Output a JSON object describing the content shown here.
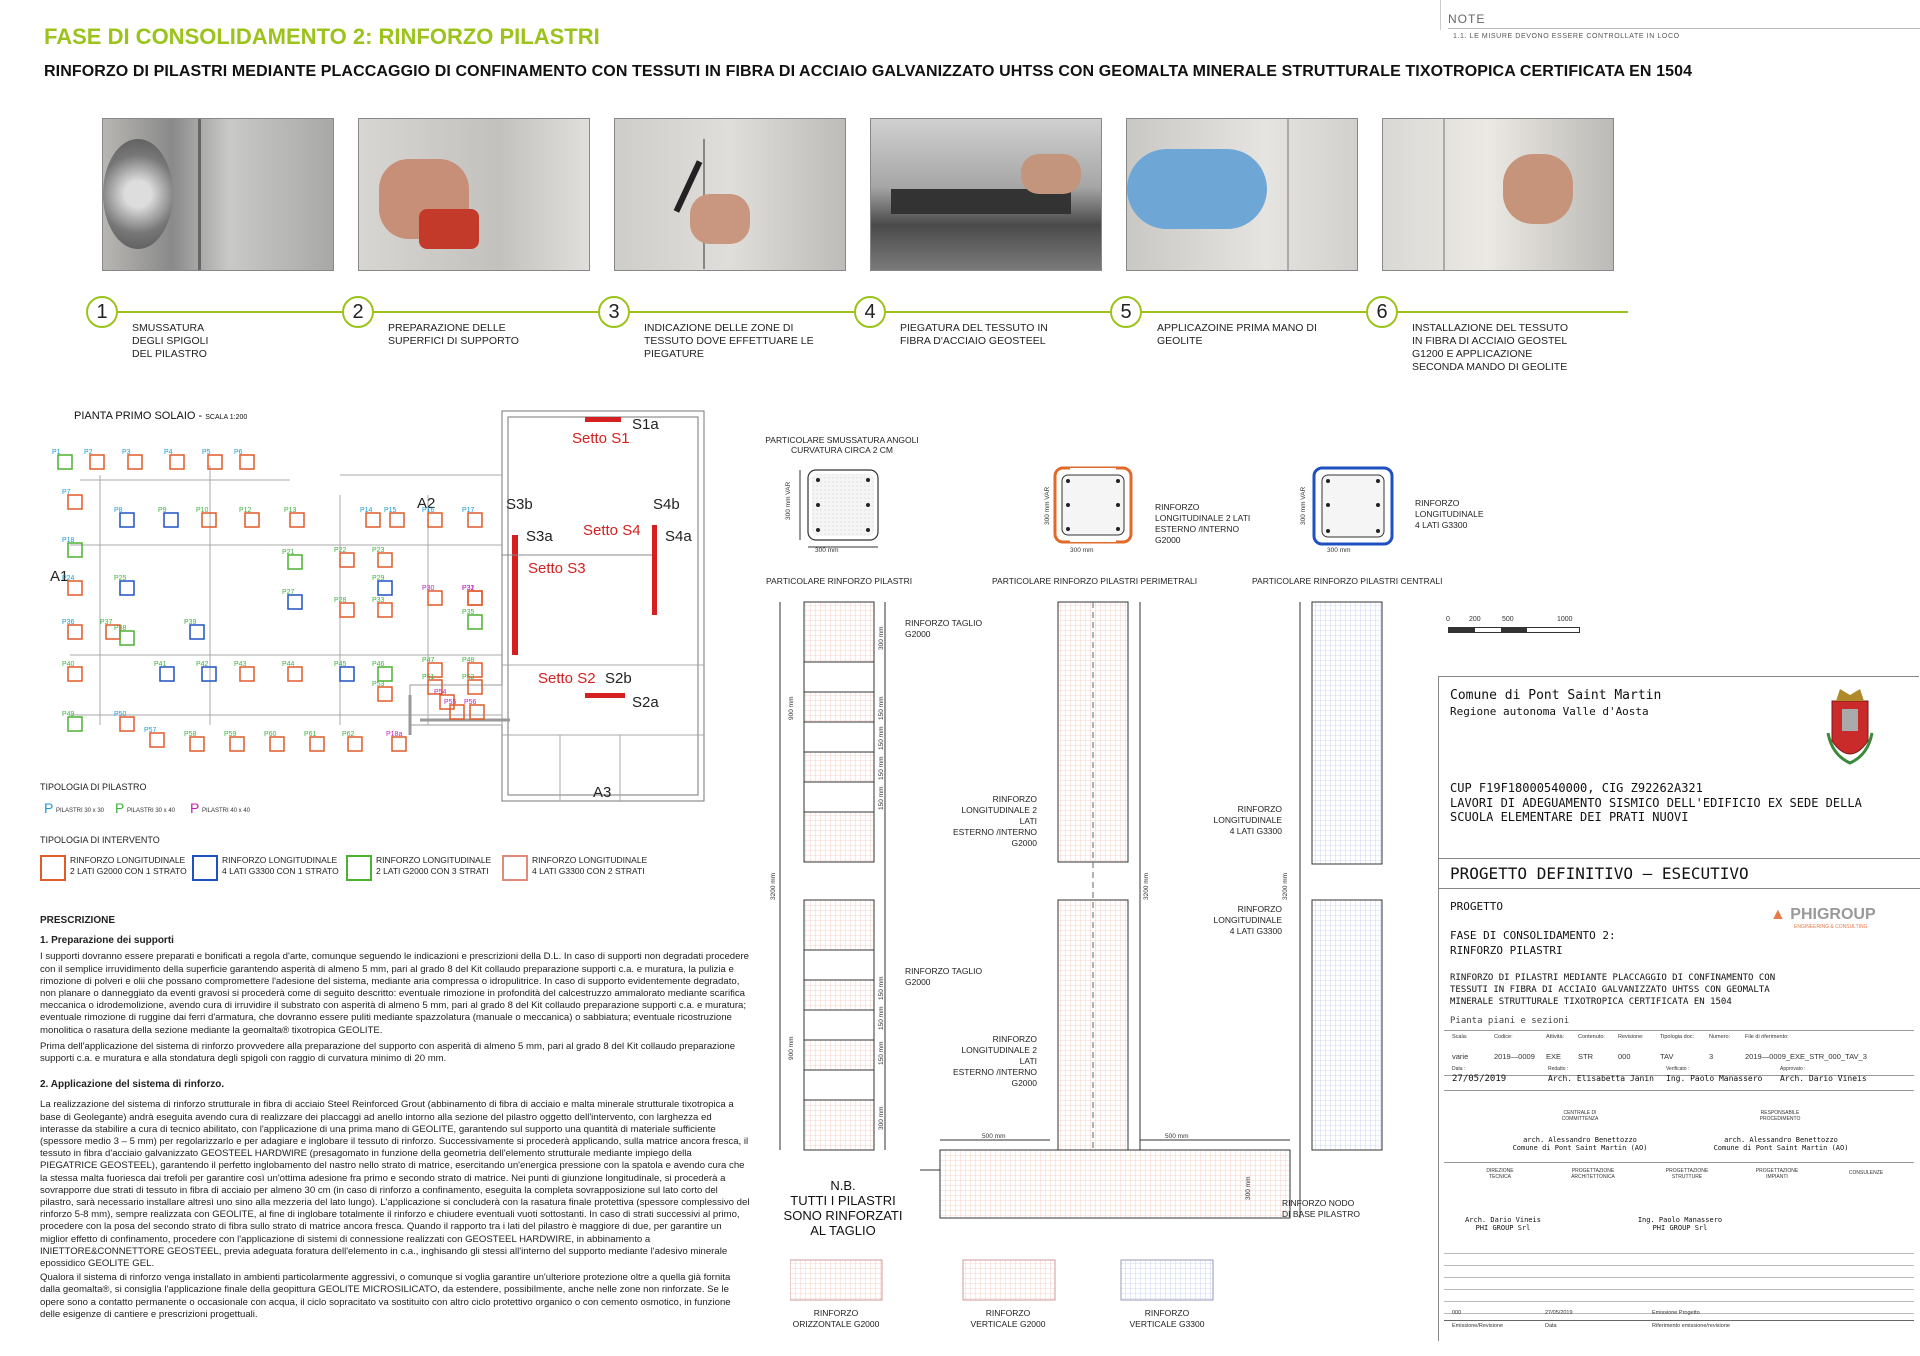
{
  "header": {
    "title": "FASE DI CONSOLIDAMENTO 2: RINFORZO PILASTRI",
    "subtitle": "RINFORZO DI PILASTRI MEDIANTE PLACCAGGIO DI CONFINAMENTO CON TESSUTI IN FIBRA DI ACCIAIO GALVANIZZATO UHTSS CON GEOMALTA MINERALE STRUTTURALE TIXOTROPICA CERTIFICATA EN 1504",
    "note_title": "NOTE",
    "note_line": "1.1.    LE  MISURE  DEVONO  ESSERE  CONTROLLATE  IN  LOCO"
  },
  "steps": [
    {
      "num": "1",
      "label": "SMUSSATURA\nDEGLI SPIGOLI\nDEL PILASTRO"
    },
    {
      "num": "2",
      "label": "PREPARAZIONE DELLE\nSUPERFICI DI SUPPORTO"
    },
    {
      "num": "3",
      "label": "INDICAZIONE DELLE ZONE DI\nTESSUTO DOVE EFFETTUARE LE\nPIEGATURE"
    },
    {
      "num": "4",
      "label": "PIEGATURA DEL TESSUTO IN\nFIBRA D'ACCIAIO GEOSTEEL"
    },
    {
      "num": "5",
      "label": "APPLICAZOINE PRIMA MANO DI\nGEOLITE"
    },
    {
      "num": "6",
      "label": "INSTALLAZIONE DEL TESSUTO\nIN FIBRA DI ACCIAIO GEOSTEL\nG1200 E APPLICAZIONE\nSECONDA MANDO DI GEOLITE"
    }
  ],
  "plan": {
    "title": "PIANTA PRIMO SOLAIO -",
    "scale": "SCALA 1:200",
    "setti": [
      "Setto S1",
      "Setto S4",
      "Setto S3",
      "Setto S2"
    ],
    "sections": [
      "S1a",
      "S3b",
      "S4b",
      "S3a",
      "S4a",
      "S2b",
      "S2a",
      "A1",
      "A2",
      "A3"
    ],
    "pillars": [
      "P1",
      "P2",
      "P3",
      "P4",
      "P5",
      "P6",
      "P7",
      "P8",
      "P9",
      "P10",
      "P12",
      "P13",
      "P14",
      "P15",
      "P16",
      "P17",
      "P18",
      "P21",
      "P22",
      "P23",
      "P24",
      "P25",
      "P27",
      "P28",
      "P29",
      "P30",
      "P31",
      "P32",
      "P33",
      "P35",
      "P36",
      "P37",
      "P38",
      "P39",
      "P40",
      "P41",
      "P42",
      "P43",
      "P44",
      "P45",
      "P46",
      "P47",
      "P48",
      "P49",
      "P50",
      "P51",
      "P52",
      "P53",
      "P54",
      "P55",
      "P56",
      "P57",
      "P58",
      "P59",
      "P60",
      "P61",
      "P62",
      "P18a"
    ]
  },
  "pillar_types": {
    "title": "TIPOLOGIA DI PILASTRO",
    "items": [
      {
        "letter": "P",
        "text": "PILASTRI 30 x 30",
        "color": "#1a9ad6"
      },
      {
        "letter": "P",
        "text": "PILASTRI 30 x 40",
        "color": "#3cb43c"
      },
      {
        "letter": "P",
        "text": "PILASTRI 40 x 40",
        "color": "#c020c0"
      }
    ]
  },
  "intervention_types": {
    "title": "TIPOLOGIA DI INTERVENTO",
    "items": [
      {
        "text": "RINFORZO LONGITUDINALE\n2 LATI G2000 CON 1 STRATO",
        "color": "#e05a2a"
      },
      {
        "text": "RINFORZO LONGITUDINALE\n4 LATI G3300 CON 1 STRATO",
        "color": "#2050c0"
      },
      {
        "text": "RINFORZO LONGITUDINALE\n2 LATI G2000 CON 3 STRATI",
        "color": "#4cb030"
      },
      {
        "text": "RINFORZO LONGITUDINALE\n4 LATI G3300 CON 2 STRATI",
        "color": "#e08a7a"
      }
    ]
  },
  "prescription": {
    "title": "PRESCRIZIONE",
    "h1": "1. Preparazione dei supporti",
    "p1": "I supporti dovranno essere preparati e bonificati a regola d'arte, comunque seguendo le indicazioni e prescrizioni della D.L. In caso di supporti non degradati procedere con il semplice irruvidimento della superficie garantendo asperità di almeno 5 mm, pari al grado 8 del Kit collaudo preparazione supporti c.a. e muratura, la pulizia e rimozione di polveri e olii che possano compromettere l'adesione del sistema, mediante aria compressa o idropulitrice. In caso di supporto evidentemente degradato, non planare o danneggiato da eventi gravosi si procederà come di seguito descritto: eventuale rimozione in profondità del calcestruzzo ammalorato mediante scarifica meccanica o idrodemolizione, avendo cura di irruvidire il substrato con asperità di almeno 5 mm, pari al grado 8 del Kit collaudo preparazione supporti c.a. e muratura; eventuale rimozione di ruggine dai ferri d'armatura, che dovranno essere puliti mediante spazzolatura (manuale o meccanica) o sabbiatura; eventuale ricostruzione monolitica o rasatura della sezione mediante la geomalta® tixotropica GEOLITE.",
    "p2": "Prima dell'applicazione del sistema di rinforzo provvedere alla preparazione del supporto con asperità di almeno 5 mm, pari al grado 8 del Kit collaudo preparazione supporti c.a. e muratura e alla stondatura degli spigoli con raggio di curvatura minimo di 20 mm.",
    "h2": "2. Applicazione del sistema di rinforzo.",
    "p3": "La realizzazione del sistema di rinforzo strutturale in fibra di acciaio Steel Reinforced Grout (abbinamento di fibra di acciaio e malta minerale strutturale tixotropica a base di Geolegante) andrà eseguita avendo cura di realizzare dei placcaggi ad anello intorno alla sezione del pilastro oggetto dell'intervento, con larghezza ed interasse da stabilire a cura di tecnico abilitato, con l'applicazione di una prima mano di GEOLITE, garantendo sul supporto una quantità di materiale sufficiente (spessore medio 3 – 5 mm) per regolarizzarlo e per adagiare e inglobare il tessuto di rinforzo. Successivamente si procederà applicando, sulla matrice ancora fresca, il tessuto in fibra d'acciaio galvanizzato GEOSTEEL HARDWIRE (presagomato in funzione della geometria dell'elemento strutturale mediante impiego della PIEGATRICE GEOSTEEL), garantendo il perfetto inglobamento del nastro nello strato di matrice, esercitando un'energica pressione con la spatola e avendo cura che la stessa malta fuoriesca dai trefoli per garantire così un'ottima adesione fra primo e secondo strato di matrice. Nei punti di giunzione longitudinale, si procederà a sovrapporre due strati di tessuto in fibra di acciaio per almeno 30 cm (in caso di rinforzo a confinamento, eseguita la completa sovrapposizione sul lato corto del pilastro, sarà necessario installare altresì uno sino alla mezzeria del lato lungo). L'applicazione si concluderà con la rasatura finale protettiva (spessore complessivo del rinforzo 5-8 mm), sempre realizzata con GEOLITE, al fine di inglobare totalmente il rinforzo e chiudere eventuali vuoti sottostanti. In caso di strati successivi al primo, procedere con la posa del secondo strato di fibra sullo strato di matrice ancora fresca. Quando il rapporto tra i lati del pilastro è maggiore di due, per garantire un miglior effetto di confinamento, procedere con l'applicazione di sistemi di connessione realizzati con GEOSTEEL HARDWIRE, in abbinamento a INIETTORE&CONNETTORE GEOSTEEL, previa adeguata foratura dell'elemento in c.a., inghisando gli stessi all'interno del supporto mediante l'adesivo minerale epossidico GEOLITE GEL.",
    "p4": "Qualora il sistema di rinforzo venga installato in ambienti particolarmente aggressivi, o comunque si voglia garantire un'ulteriore protezione oltre a quella già fornita dalla geomalta®, si consiglia l'applicazione finale della geopittura GEOLITE MICROSILICATO, da estendere, possibilmente, anche nelle zone non rinforzate. Se le opere sono a contatto permanente o occasionale con acqua, il ciclo sopracitato va sostituito con altro ciclo protettivo organico o con cemento osmotico, in funzione delle esigenze di cantiere e prescrizioni progettuali."
  },
  "details": {
    "d1_title": "PARTICOLARE  SMUSSATURA ANGOLI\nCURVATURA CIRCA 2 CM",
    "d1_caption": "PARTICOLARE  RINFORZO  PILASTRI",
    "d2_label": "RINFORZO\nLONGITUDINALE 2 LATI\nESTERNO /INTERNO\nG2000",
    "d2_caption": "PARTICOLARE  RINFORZO PILASTRI PERIMETRALI",
    "d3_label": "RINFORZO\nLONGITUDINALE\n4 LATI  G3300",
    "d3_caption": "PARTICOLARE  RINFORZO PILASTRI  CENTRALI",
    "dim_var": "300 mm VAR",
    "dim_300": "300 mm",
    "dim_900": "900 mm",
    "dim_150": "150 mm",
    "dim_3200": "3200 mm",
    "dim_500": "500 mm",
    "col1_top": "RINFORZO TAGLIO\nG2000",
    "col1_mid": "RINFORZO TAGLIO\nG2000",
    "col2_top": "RINFORZO\nLONGITUDINALE 2 LATI\nESTERNO /INTERNO\nG2000",
    "col2_mid": "RINFORZO\nLONGITUDINALE 2 LATI\nESTERNO /INTERNO\nG2000",
    "col3_top": "RINFORZO\nLONGITUDINALE\n4 LATI G3300",
    "col3_mid": "RINFORZO\nLONGITUDINALE\n4 LATI G3300",
    "base_label": "RINFORZO NODO\nDI BASE PILASTRO",
    "nb": "N.B.\nTUTTI I PILASTRI\nSONO RINFORZATI\nAL TAGLIO",
    "legend": [
      {
        "text": "RINFORZO\nORIZZONTALE G2000",
        "color": "#e8a898"
      },
      {
        "text": "RINFORZO\nVERTICALE G2000",
        "color": "#e8a898"
      },
      {
        "text": "RINFORZO\nVERTICALE G3300",
        "color": "#9ab0e0"
      }
    ]
  },
  "scale_bar": [
    "0",
    "200",
    "500",
    "1000"
  ],
  "titleblock": {
    "comune": "Comune  di  Pont  Saint  Martin",
    "regione": "Regione  autonoma  Valle d'Aosta",
    "cup": "CUP  F19F18000540000,  CIG  Z92262A321",
    "lavori": "LAVORI  DI  ADEGUAMENTO  SISMICO  DELL'EDIFICIO  EX  SEDE  DELLA\nSCUOLA  ELEMENTARE  DEI  PRATI  NUOVI",
    "fase_progetto": "PROGETTO  DEFINITIVO  –  ESECUTIVO",
    "progetto_label": "PROGETTO",
    "tav_title": "FASE  DI  CONSOLIDAMENTO  2:\nRINFORZO  PILASTRI",
    "tav_desc": "RINFORZO  DI  PILASTRI  MEDIANTE  PLACCAGGIO  DI  CONFINAMENTO  CON\nTESSUTI  IN  FIBRA  DI  ACCIAIO  GALVANIZZATO  UHTSS  CON  GEOMALTA\nMINERALE  STRUTTURALE  TIXOTROPICA  CERTIFICATA  EN 1504",
    "sub": "Pianta  piani  e  sezioni",
    "logo": "PHIGROUP",
    "logo_sub": "ENGINEERING & CONSULTING",
    "headers": [
      "Scala:",
      "Codice:",
      "Attività:",
      "Contenuto:",
      "Revisione:",
      "Tipologia doc:",
      "Numero:",
      "File di riferimento:"
    ],
    "values": [
      "varie",
      "2019—0009",
      "EXE",
      "STR",
      "000",
      "TAV",
      "3",
      "2019—0009_EXE_STR_000_TAV_3"
    ],
    "data_label": "Data :",
    "data": "27/05/2019",
    "redatto_label": "Redatto :",
    "redatto": "Arch. Elisabetta Janin",
    "verificato_label": "Verificato :",
    "verificato": "Ing. Paolo Manassero",
    "approvato_label": "Approvato :",
    "approvato": "Arch. Dario Vineis",
    "centrale": "CENTRALE DI\nCOMMITTENZA",
    "responsabile": "RESPONSABILE\nPROCEDIMENTO",
    "benet1": "arch. Alessandro Benettozzo\nComune di Pont Saint Martin (AO)",
    "benet2": "arch. Alessandro Benettozzo\nComune di Pont Saint Martin (AO)",
    "roles": [
      "DIREZIONE\nTECNICA",
      "PROGETTAZIONE\nARCHITETTONICA",
      "PROGETTAZIONE\nSTRUTTURE",
      "PROGETTAZIONE\nIMPIANTI",
      "CONSULENZE"
    ],
    "sig1": "Arch. Dario Vineis\nPHI GROUP Srl",
    "sig2": "Ing. Paolo Manassero\nPHI GROUP Srl",
    "rev_row": [
      "000",
      "27/05/2019",
      "Emissione  Progetto"
    ],
    "rev_head": [
      "Emissione/Revisione",
      "Data",
      "Riferimento  emissione/revisione"
    ]
  },
  "colors": {
    "accent_green": "#9bc31c",
    "setto_red": "#d42020",
    "perimetral_orange": "#e06a2a",
    "central_blue": "#2050c0"
  }
}
